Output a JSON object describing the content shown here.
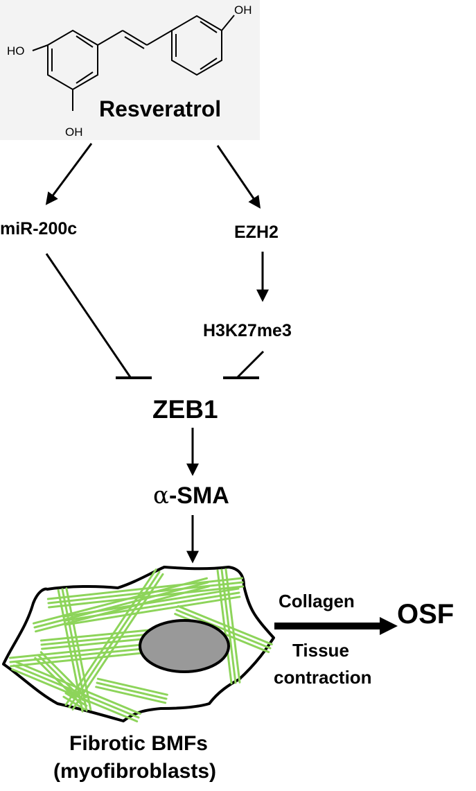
{
  "molecule": {
    "name": "Resveratrol",
    "groups": [
      "HO",
      "OH",
      "OH"
    ]
  },
  "nodes": {
    "mir200c": "miR-200c",
    "ezh2": "EZH2",
    "h3k27me3": "H3K27me3",
    "zeb1": "ZEB1",
    "asma_symbol": "α",
    "asma_text": "-SMA",
    "osf": "OSF"
  },
  "cell": {
    "label_line1": "Fibrotic BMFs",
    "label_line2": "(myofibroblasts)"
  },
  "outcome_arrow": {
    "above": "Collagen",
    "below_line1": "Tissue",
    "below_line2": "contraction"
  },
  "colors": {
    "ink": "#000000",
    "fiber": "#8dd45a",
    "nucleus": "#999999",
    "molecule_bg": "#f3f3f3"
  }
}
